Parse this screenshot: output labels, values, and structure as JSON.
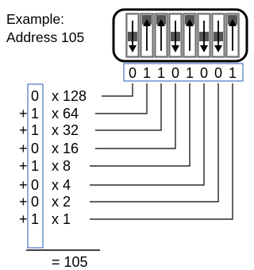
{
  "caption": {
    "line1": "Example:",
    "line2": "Address 105"
  },
  "switch_positions": [
    "down",
    "up",
    "up",
    "down",
    "up",
    "down",
    "down",
    "up"
  ],
  "binary_digits": [
    "0",
    "1",
    "1",
    "0",
    "1",
    "0",
    "0",
    "1"
  ],
  "terms": [
    {
      "sign": "",
      "bit": "0",
      "multiplier": "x 128"
    },
    {
      "sign": "+",
      "bit": "1",
      "multiplier": "x 64"
    },
    {
      "sign": "+",
      "bit": "1",
      "multiplier": "x 32"
    },
    {
      "sign": "+",
      "bit": "0",
      "multiplier": "x 16"
    },
    {
      "sign": "+",
      "bit": "1",
      "multiplier": "x 8"
    },
    {
      "sign": "+",
      "bit": "0",
      "multiplier": "x 4"
    },
    {
      "sign": "+",
      "bit": "0",
      "multiplier": "x 2"
    },
    {
      "sign": "+",
      "bit": "1",
      "multiplier": "x 1"
    }
  ],
  "result": "= 105",
  "colors": {
    "highlight_box": "#4a72c4",
    "switch_body": "#b0b0b0",
    "switch_lever": "#555555",
    "lines": "#000000"
  }
}
